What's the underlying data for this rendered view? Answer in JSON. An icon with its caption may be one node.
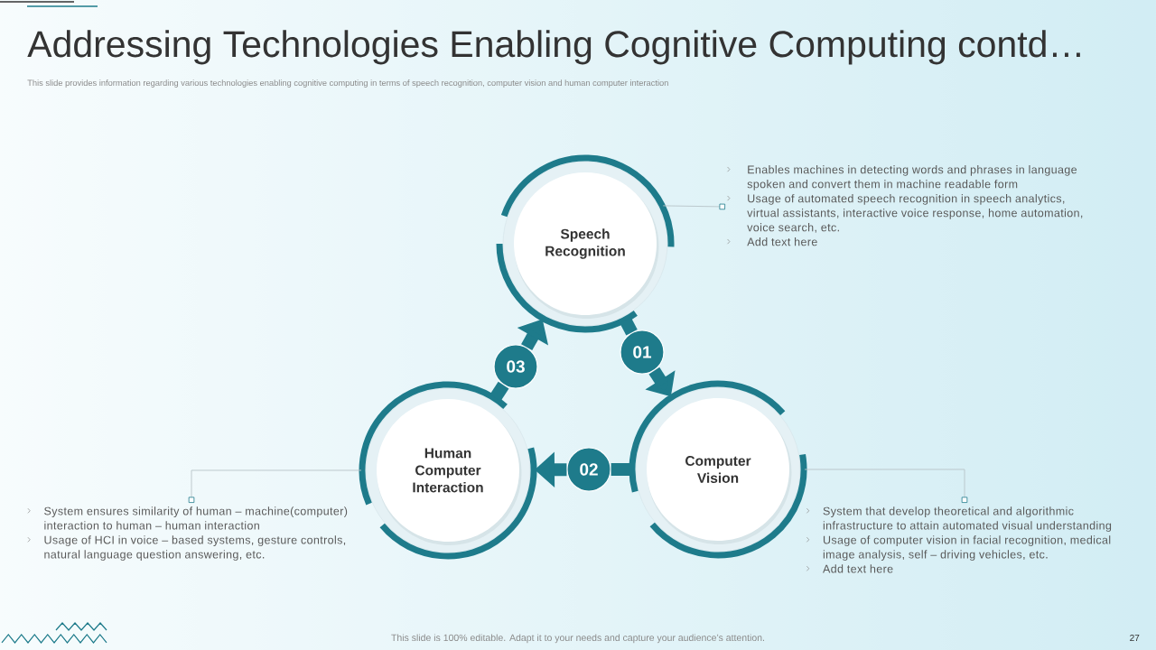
{
  "diagram": {
    "title": "Addressing Technologies Enabling Cognitive Computing contd…",
    "nodes": [
      {
        "text": [
          "Speech Recognition"
        ]
      },
      {
        "text": [
          "Computer Vision"
        ]
      },
      {
        "text": [
          "Human Computer Interaction"
        ]
      },
      {
        "text": [
          "01"
        ]
      },
      {
        "text": [
          "02"
        ]
      },
      {
        "text": [
          "03"
        ]
      },
      {
        "text": [
          "Enables machines in detecting words and phrases in language spoken and convert them in machine readable form",
          "Usage of automated speech recognition in speech analytics, virtual assistants, interactive voice response, home automation, voice search, etc.",
          "Add text here"
        ]
      },
      {
        "text": [
          "System that develop theoretical and algorithmic infrastructure to attain automated visual understanding",
          "Usage of computer vision in facial recognition, medical image analysis, self – driving vehicles, etc.",
          "Add text here"
        ]
      },
      {
        "text": [
          "System ensures similarity of human – machine(computer) interaction to human – human interaction",
          "Usage of HCI in voice – based systems, gesture controls, natural language question answering, etc."
        ]
      }
    ],
    "edges": [
      {
        "from": 0,
        "to": 3,
        "arrow": "none"
      },
      {
        "from": 3,
        "to": 1,
        "arrow": "to"
      },
      {
        "from": 1,
        "to": 4,
        "arrow": "none"
      },
      {
        "from": 4,
        "to": 2,
        "arrow": "to"
      },
      {
        "from": 2,
        "to": 5,
        "arrow": "none"
      },
      {
        "from": 5,
        "to": 0,
        "arrow": "to"
      },
      {
        "from": 0,
        "to": 6,
        "arrow": "other",
        "color": "#b8c4c8"
      },
      {
        "from": 1,
        "to": 7,
        "arrow": "other",
        "color": "#b8c4c8"
      },
      {
        "from": 2,
        "to": 8,
        "arrow": "other",
        "color": "#b8c4c8"
      }
    ],
    "labels": [
      "This slide provides information regarding various technologies enabling cognitive computing in terms of speech recognition, computer vision and human computer interaction",
      "This slide is 100% editable. Adapt it to your needs and capture your audience’s attention.",
      "27"
    ]
  }
}
